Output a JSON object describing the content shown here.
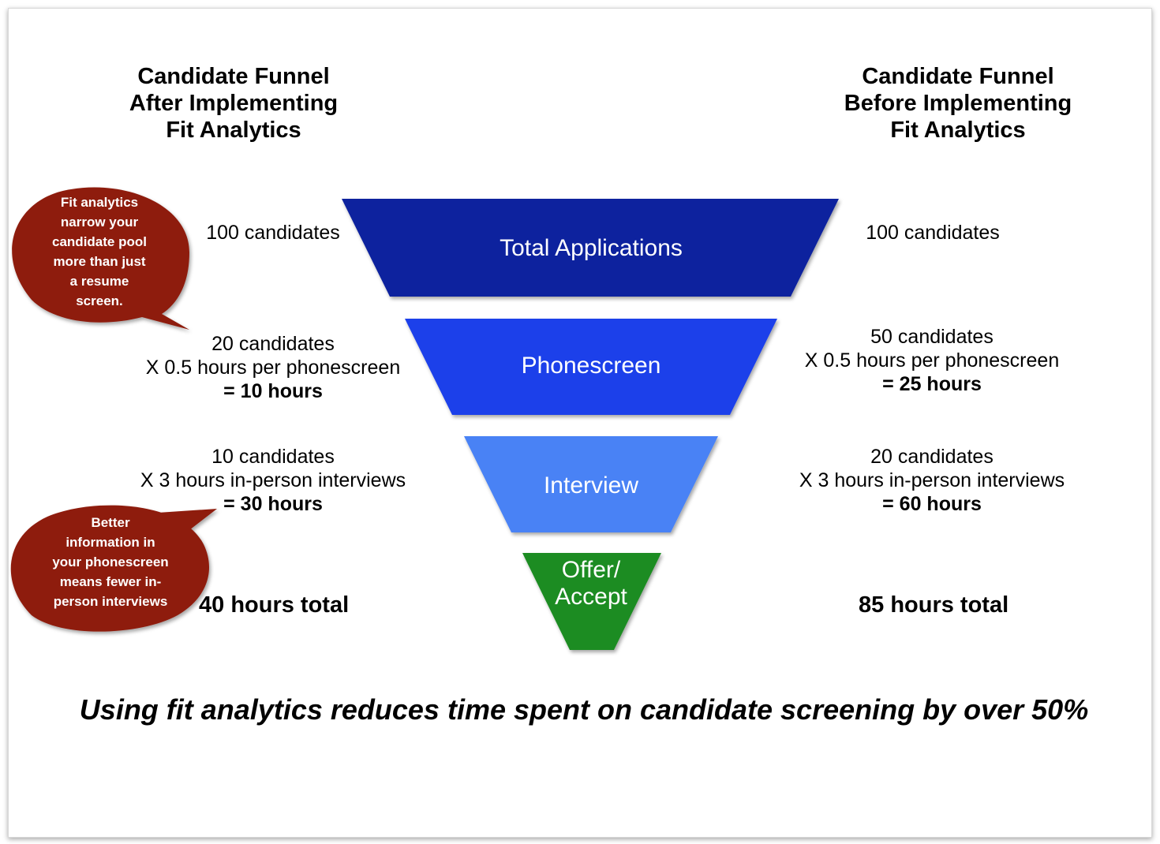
{
  "left_heading": [
    "Candidate Funnel",
    "After Implementing",
    "Fit Analytics"
  ],
  "right_heading": [
    "Candidate Funnel",
    "Before Implementing",
    "Fit Analytics"
  ],
  "stages": [
    {
      "label_lines": [
        "Total Applications"
      ],
      "color": "#10239E"
    },
    {
      "label_lines": [
        "Phonescreen"
      ],
      "color": "#1D3FEA"
    },
    {
      "label_lines": [
        "Interview"
      ],
      "color": "#4A82F5"
    },
    {
      "label_lines": [
        "Offer/",
        "Accept"
      ],
      "color": "#1E8C22"
    }
  ],
  "after": {
    "total_apps": "100 candidates",
    "phonescreen": {
      "count": "20 candidates",
      "rate": "X 0.5 hours per phonescreen",
      "result": "= 10 hours"
    },
    "interview": {
      "count": "10 candidates",
      "rate": "X 3 hours in-person interviews",
      "result": "= 30 hours"
    },
    "total": "40 hours total"
  },
  "before": {
    "total_apps": "100 candidates",
    "phonescreen": {
      "count": "50 candidates",
      "rate": "X 0.5 hours per phonescreen",
      "result": "= 25 hours"
    },
    "interview": {
      "count": "20 candidates",
      "rate": "X 3 hours in-person interviews",
      "result": "= 60 hours"
    },
    "total": "85 hours total"
  },
  "callouts": [
    {
      "lines": [
        "Fit analytics",
        "narrow your",
        "candidate pool",
        "more than just",
        "a resume",
        "screen."
      ],
      "color": "#8E1B0B"
    },
    {
      "lines": [
        "Better",
        "information in",
        "your phonescreen",
        "means fewer in-",
        "person interviews"
      ],
      "color": "#8E1B0B"
    }
  ],
  "conclusion": "Using fit analytics reduces time spent on candidate screening by over 50%"
}
